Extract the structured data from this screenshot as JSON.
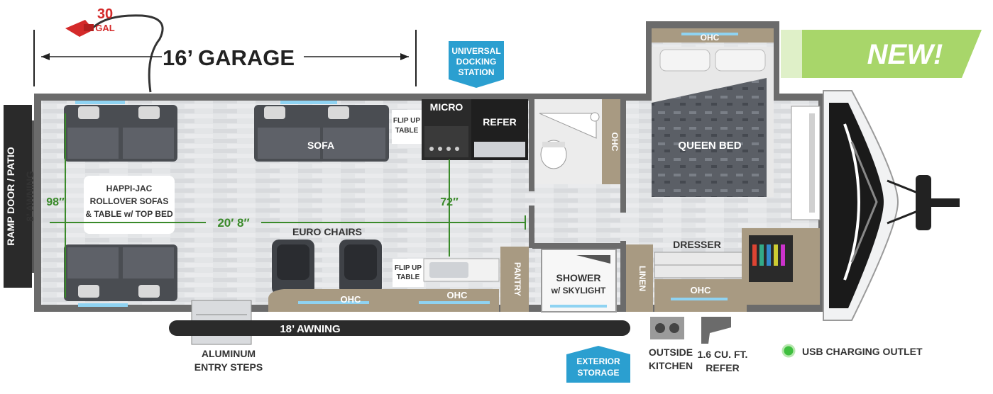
{
  "garage": {
    "label": "16’ GARAGE"
  },
  "fuel": {
    "amount": "30",
    "unit": "GAL"
  },
  "badges": {
    "docking": [
      "UNIVERSAL",
      "DOCKING",
      "STATION"
    ],
    "storage": [
      "EXTERIOR",
      "STORAGE"
    ],
    "new": "NEW!"
  },
  "labels": {
    "ramp_door": "RAMP DOOR / PATIO",
    "awning_rear": "8’ AWNING",
    "awning_side": "18’ AWNING",
    "sofa": "SOFA",
    "happi_jac": [
      "HAPPI-JAC",
      "ROLLOVER SOFAS",
      "& TABLE w/ TOP BED"
    ],
    "euro_chairs": "EURO CHAIRS",
    "flip_table_top": [
      "FLIP UP",
      "TABLE"
    ],
    "flip_table_bottom": [
      "FLIP UP",
      "TABLE"
    ],
    "micro": "MICRO",
    "refer": "REFER",
    "ohc": "OHC",
    "pantry": "PANTRY",
    "shower": [
      "SHOWER",
      "w/ SKYLIGHT"
    ],
    "linen": "LINEN",
    "dresser": "DRESSER",
    "queen_bed": "QUEEN BED",
    "entry_steps": [
      "ALUMINUM",
      "ENTRY STEPS"
    ],
    "outside_kitchen": [
      "OUTSIDE",
      "KITCHEN"
    ],
    "small_refer": [
      "1.6 CU. FT.",
      "REFER"
    ]
  },
  "dimensions": {
    "height": "98″",
    "width": "72″",
    "length": "20′ 8″"
  },
  "legend": {
    "usb": "USB CHARGING OUTLET"
  },
  "colors": {
    "wall": "#6b6b6b",
    "floor": "#e4e6e8",
    "badge": "#2b9fd0",
    "new": "#9ed25a",
    "dim": "#3a8a2a",
    "usb": "#3fbf3f"
  }
}
